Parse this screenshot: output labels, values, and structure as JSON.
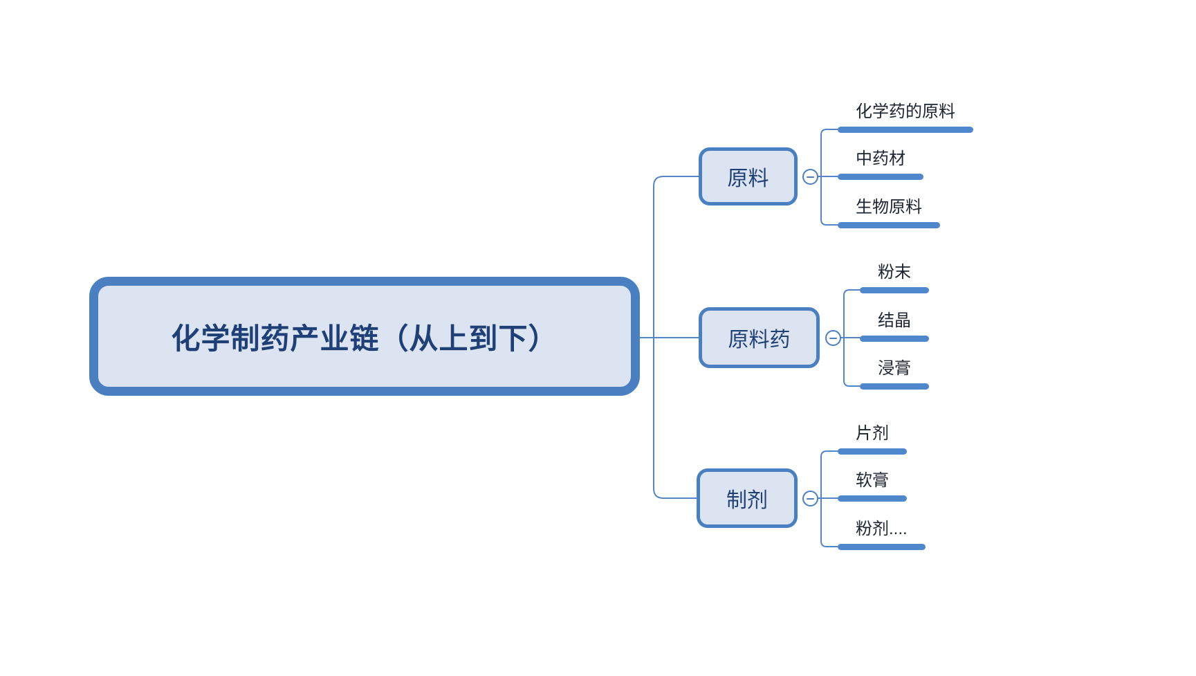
{
  "diagram": {
    "type": "mindmap",
    "orientation": "right",
    "root": {
      "label": "化学制药产业链（从上到下）"
    },
    "branches": [
      {
        "label": "原料",
        "collapse_icon": "minus",
        "children": [
          {
            "label": "化学药的原料"
          },
          {
            "label": "中药材"
          },
          {
            "label": "生物原料"
          }
        ]
      },
      {
        "label": "原料药",
        "collapse_icon": "minus",
        "children": [
          {
            "label": "粉末"
          },
          {
            "label": "结晶"
          },
          {
            "label": "浸膏"
          }
        ]
      },
      {
        "label": "制剂",
        "collapse_icon": "minus",
        "children": [
          {
            "label": "片剂"
          },
          {
            "label": "软膏"
          },
          {
            "label": "粉剂...."
          }
        ]
      }
    ],
    "colors": {
      "node_border": "#4a7fc2",
      "node_fill": "#dce4f2",
      "root_fill": "#dce4f1",
      "connector_line": "#5585c8",
      "leaf_underline": "#4e87cc",
      "node_text": "#1f4077",
      "leaf_text": "#1c2430",
      "background": "#ffffff"
    }
  }
}
